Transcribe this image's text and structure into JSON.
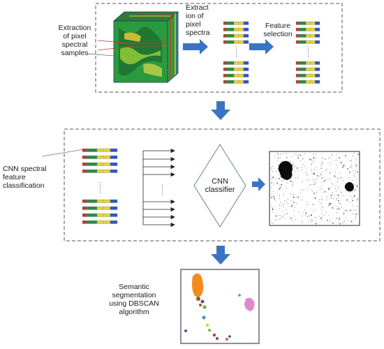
{
  "stages": {
    "extraction": {
      "samples_label": "Extraction\nof pixel\nspectral\nsamples",
      "spectra_label": "Extract\nion of\npixel\nspectra",
      "selection_label": "Feature\nselection",
      "ellipsis_a": "……",
      "ellipsis_b": "……"
    },
    "classification": {
      "label": "CNN spectral\nfeature\nclassification",
      "classifier_label": "CNN\nclassifier",
      "ellipsis_a": "……",
      "ellipsis_b": "……"
    },
    "segmentation": {
      "label": "Semantic\nsegmentation\nusing DBSCAN\nalgorithm"
    }
  },
  "colors": {
    "arrow": "#3b73c4",
    "box_border": "#555555",
    "bar_red": "#c0392b",
    "bar_green": "#2e8b3d",
    "bar_yellow": "#e8d22e",
    "bar_blue": "#3355bb",
    "cluster_orange": "#f58a1f",
    "cluster_pink": "#e08ac8"
  }
}
